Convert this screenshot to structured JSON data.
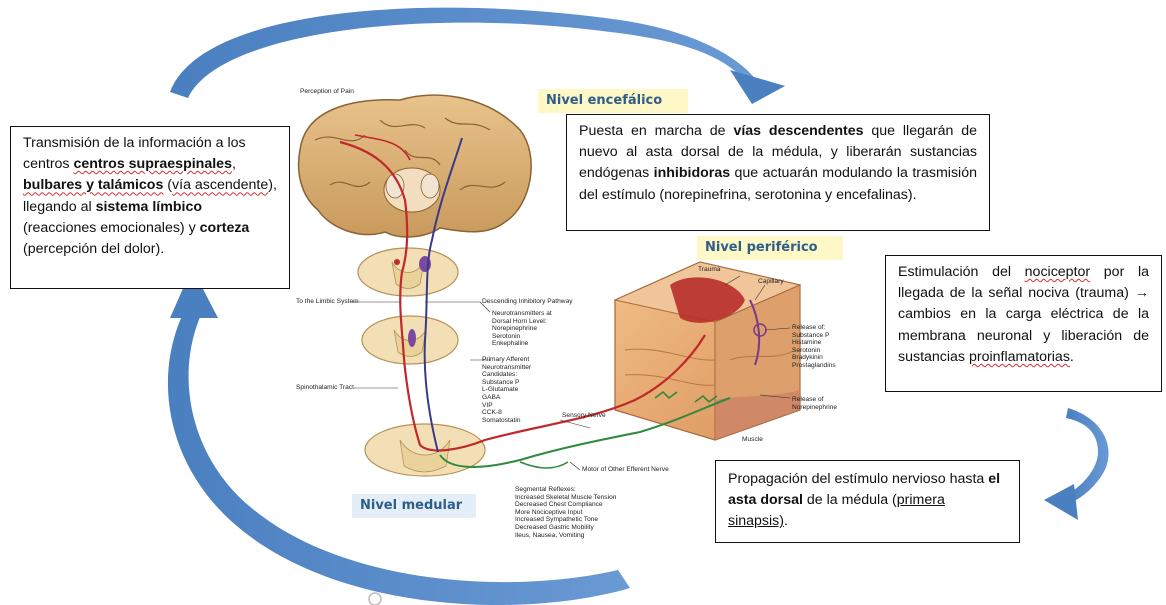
{
  "colors": {
    "arrow": "#4f86c6",
    "arrow_dark": "#2e5f9e",
    "label_bg_yellow": "#fdf8c6",
    "label_bg_blue": "#e4eef7",
    "level_text": "#2f5d8a",
    "nerve_red": "#c0282a",
    "nerve_green": "#2f8a3c",
    "nerve_blue": "#3a3a8a",
    "tissue": "#e9b07a"
  },
  "levels": {
    "encephalic": "Nivel encefálico",
    "peripheral": "Nivel periférico",
    "medullary": "Nivel medular"
  },
  "left_box": {
    "t1": "Transmisión de la información a los centros ",
    "t2": "centros supraespinales",
    "t3": ", ",
    "t4": "bulbares y talámicos",
    "t5": " (",
    "t6": "vía ascendente",
    "t7": "), llegando al ",
    "t8": "sistema límbico",
    "t9": " (reacciones emocionales) y ",
    "t10": "corteza",
    "t11": " (percepción del dolor)."
  },
  "top_box": {
    "t1": "Puesta en marcha de ",
    "t2": "vías descendentes",
    "t3": " que llegarán de nuevo al asta dorsal de la médula, y liberarán sustancias endógenas ",
    "t4": "inhibidoras",
    "t5": " que actuarán modulando la trasmisión del estímulo (norepinefrina, serotonina y encefalinas)."
  },
  "right_box": {
    "t1": "Estimulación del ",
    "t2": "nociceptor",
    "t3": " por la llegada de la señal nociva (trauma) ",
    "arrow": "→",
    "t4": " cambios en la carga eléctrica de la membrana neuronal y liberación de sustancias ",
    "t5": "proinflamatorias",
    "t6": "."
  },
  "bottom_box": {
    "t1": "Propagación del estímulo nervioso hasta ",
    "t2": "el asta dorsal",
    "t3": " de la médula (",
    "t4": "primera sinapsis)",
    "t5": "."
  },
  "diagram_labels": {
    "perception": "Perception of Pain",
    "limbic": "To the Limbic System",
    "descending": "Descending Inhibitory Pathway",
    "neurotransmitters": "Neurotransmitters at\nDorsal Horn Level:\nNorepinephrine\nSerotonin\nEnkephaline",
    "spinothalamic": "Spinothalamic Tract",
    "primary_afferent": "Primary Afferent\nNeurotransmitter\nCandidates:\nSubstance P\nL-Glutamate\nGABA\nVIP\nCCK-8\nSomatostatin",
    "sensory": "Sensory Nerve",
    "motor": "Motor of Other Efferent Nerve",
    "segmental": "Segmental Reflexes:\nIncreased Skeletal Muscle Tension\nDecreased Chest Compliance\nMore Nociceptive Input\nIncreased Sympathetic Tone\nDecreased Gastric Mobility\nIleus, Nausea, Vomiting",
    "trauma": "Trauma",
    "capillary": "Capillary",
    "release_p": "Release of:\nSubstance P\nHistamine\nSerotonin\nBradykinin\nProstaglandins",
    "release_n": "Release of\nNorepinephrine",
    "muscle": "Muscle"
  }
}
